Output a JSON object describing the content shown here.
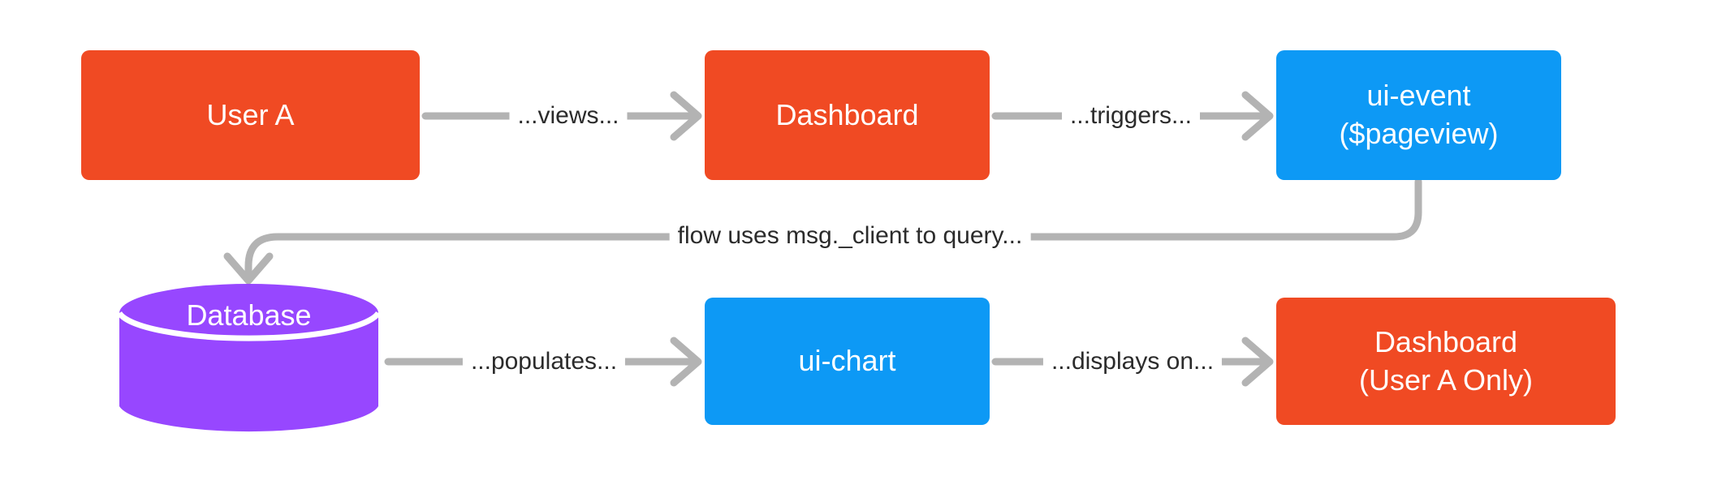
{
  "diagram": {
    "title": "ui-event pageview to ui-chart dashboard flow",
    "background": "#ffffff",
    "colors": {
      "orange": "#F04A23",
      "blue": "#0D99F5",
      "purple": "#9747FF",
      "wire": "#b3b3b3",
      "label_text": "#2b2b2b",
      "node_text": "#ffffff"
    },
    "nodes": [
      {
        "id": "user-a",
        "shape": "rounded-rect",
        "color": "#F04A23",
        "line1": "User A",
        "line2": ""
      },
      {
        "id": "dashboard-top",
        "shape": "rounded-rect",
        "color": "#F04A23",
        "line1": "Dashboard",
        "line2": ""
      },
      {
        "id": "ui-event",
        "shape": "rounded-rect",
        "color": "#0D99F5",
        "line1": "ui-event",
        "line2": "($pageview)"
      },
      {
        "id": "database",
        "shape": "cylinder",
        "color": "#9747FF",
        "line1": "Database",
        "line2": ""
      },
      {
        "id": "ui-chart",
        "shape": "rounded-rect",
        "color": "#0D99F5",
        "line1": "ui-chart",
        "line2": ""
      },
      {
        "id": "dashboard-bottom",
        "shape": "rounded-rect",
        "color": "#F04A23",
        "line1": "Dashboard",
        "line2": "(User A Only)"
      }
    ],
    "edges": [
      {
        "id": "user-views-dashboard",
        "from": "user-a",
        "to": "dashboard-top",
        "label": "...views..."
      },
      {
        "id": "dashboard-triggers-event",
        "from": "dashboard-top",
        "to": "ui-event",
        "label": "...triggers..."
      },
      {
        "id": "event-queries-database",
        "from": "ui-event",
        "to": "database",
        "label": "flow uses msg._client to query..."
      },
      {
        "id": "database-populates-chart",
        "from": "database",
        "to": "ui-chart",
        "label": "...populates..."
      },
      {
        "id": "chart-displays-dashboard",
        "from": "ui-chart",
        "to": "dashboard-bottom",
        "label": "...displays on..."
      }
    ]
  }
}
